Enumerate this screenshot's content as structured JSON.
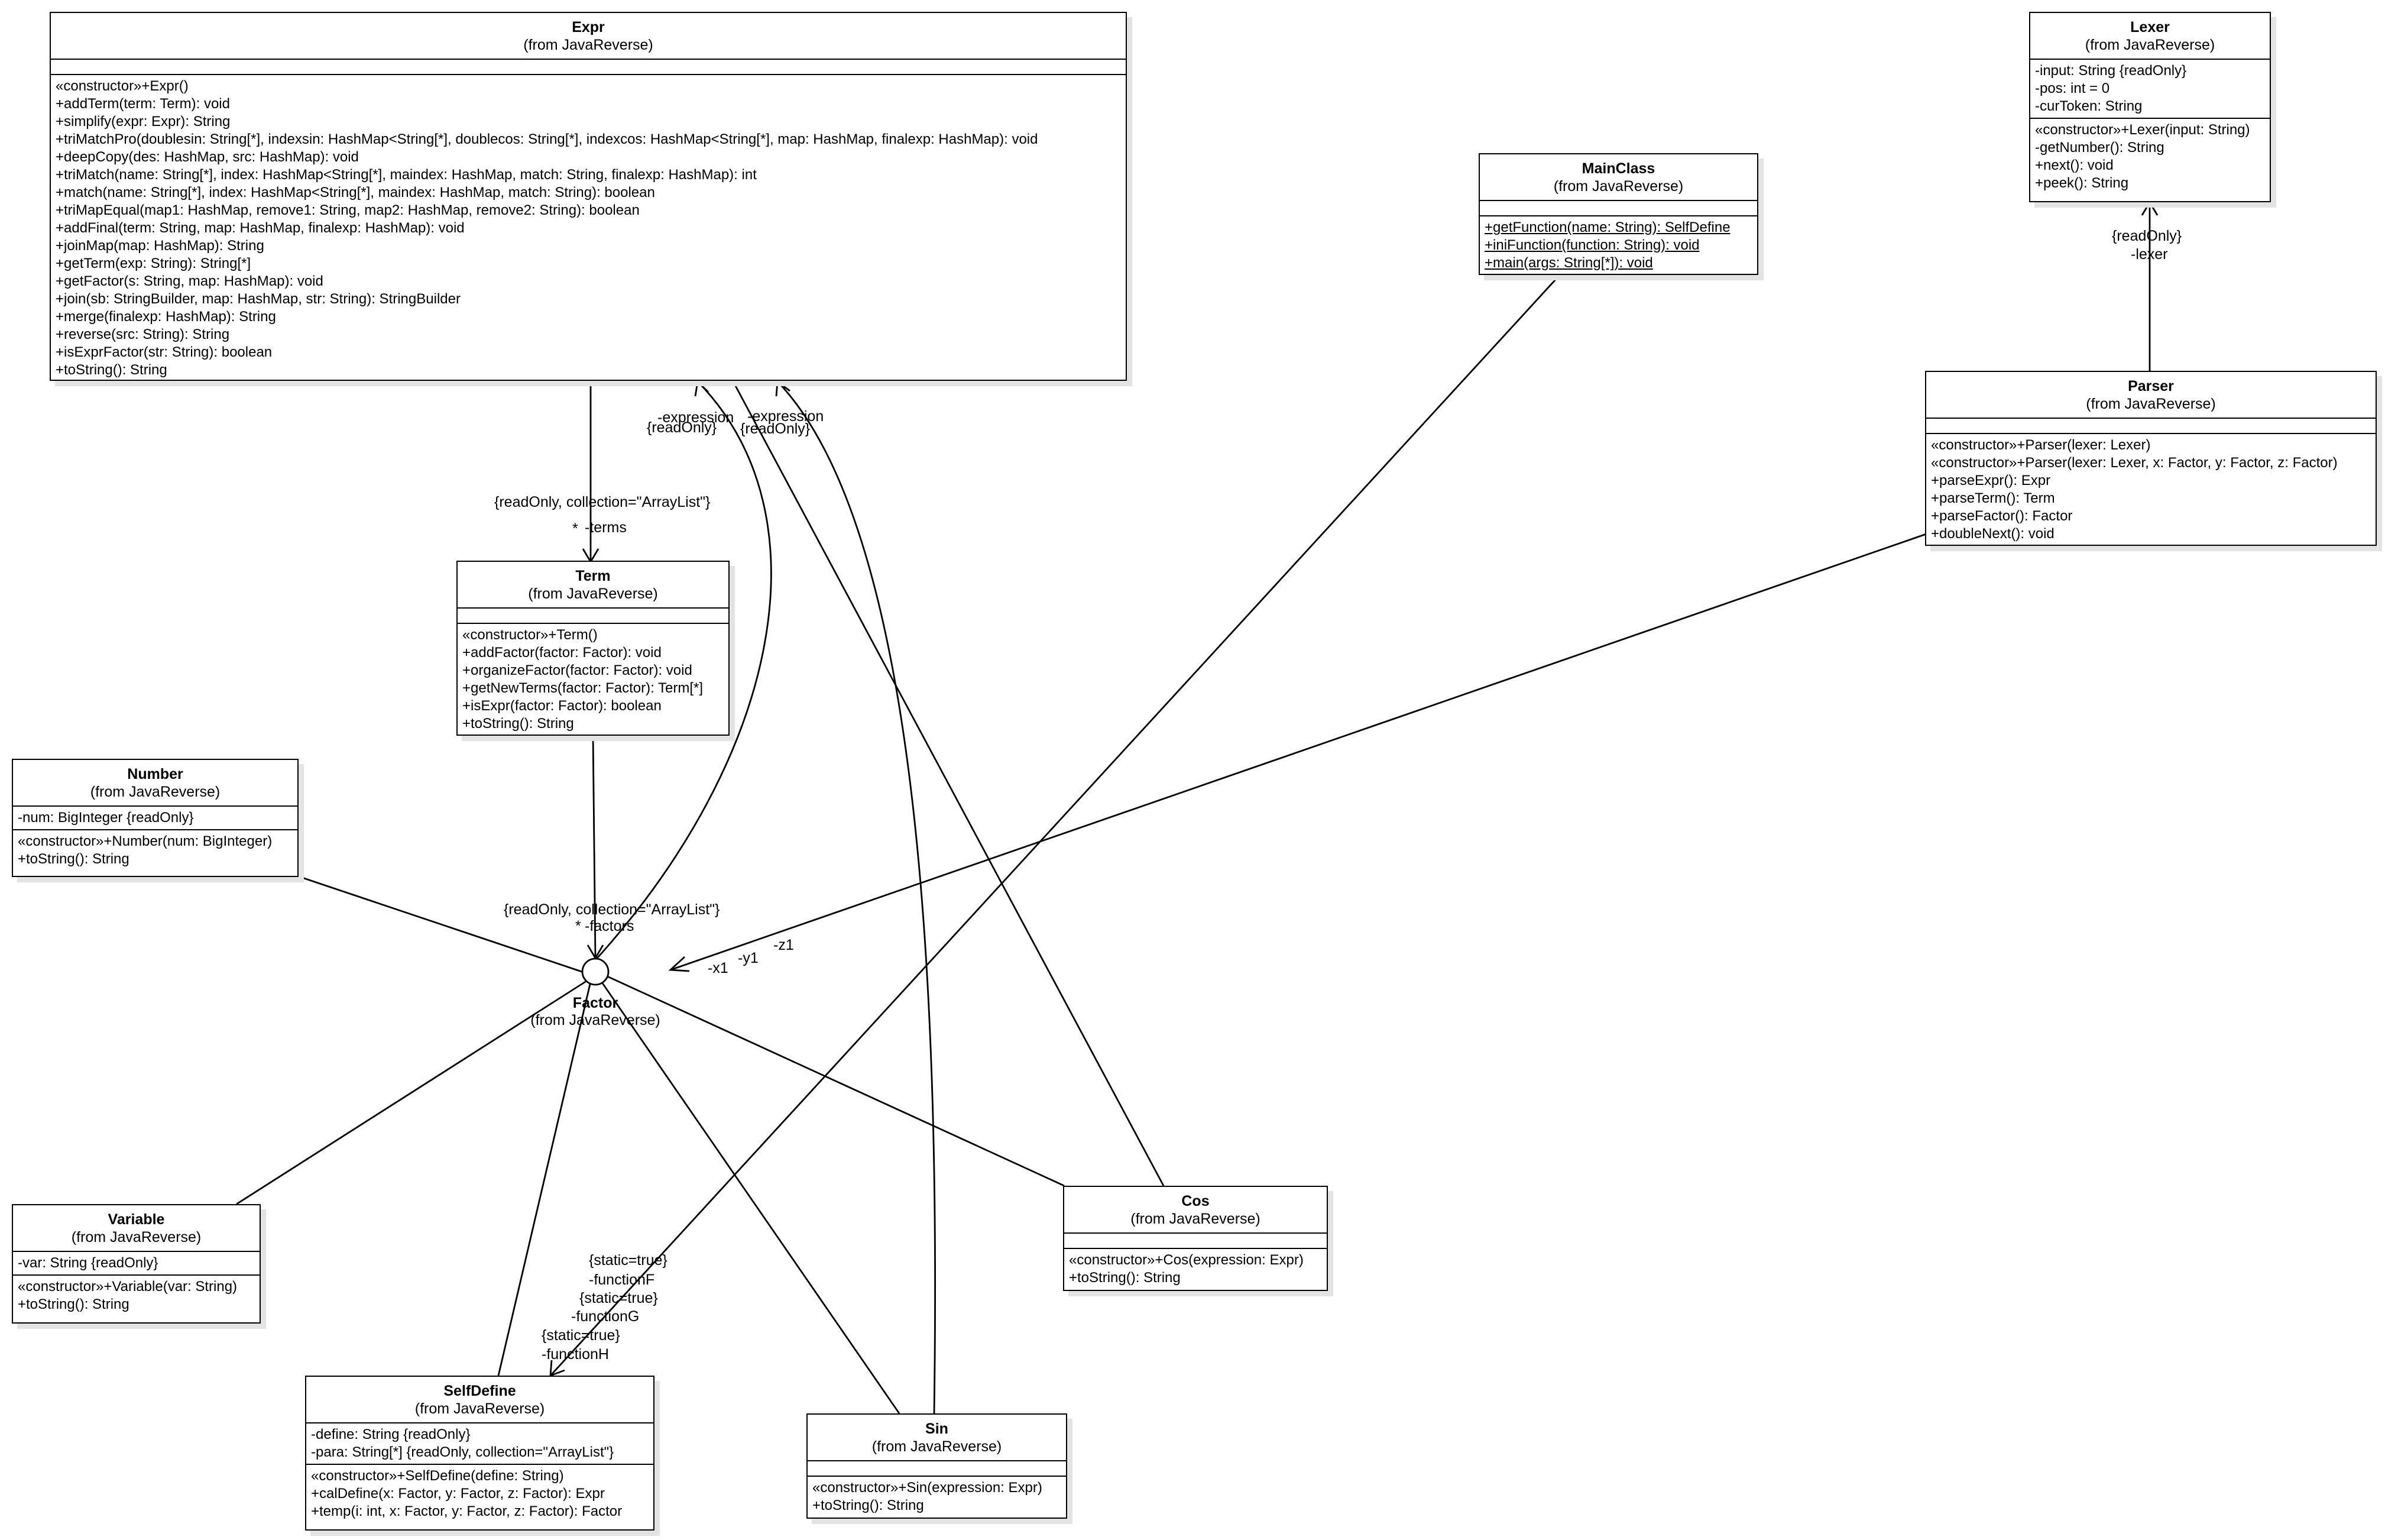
{
  "classes": {
    "expr": {
      "name": "Expr",
      "package": "(from JavaReverse)",
      "attributes": [],
      "operations": [
        "«constructor»+Expr()",
        "+addTerm(term: Term): void",
        "+simplify(expr: Expr): String",
        "+triMatchPro(doublesin: String[*], indexsin: HashMap<String[*], doublecos: String[*], indexcos: HashMap<String[*], map: HashMap, finalexp: HashMap): void",
        "+deepCopy(des: HashMap, src: HashMap): void",
        "+triMatch(name: String[*], index: HashMap<String[*], maindex: HashMap, match: String, finalexp: HashMap): int",
        "+match(name: String[*], index: HashMap<String[*], maindex: HashMap, match: String): boolean",
        "+triMapEqual(map1: HashMap, remove1: String, map2: HashMap, remove2: String): boolean",
        "+addFinal(term: String, map: HashMap, finalexp: HashMap): void",
        "+joinMap(map: HashMap): String",
        "+getTerm(exp: String): String[*]",
        "+getFactor(s: String, map: HashMap): void",
        "+join(sb: StringBuilder, map: HashMap, str: String): StringBuilder",
        "+merge(finalexp: HashMap): String",
        "+reverse(src: String): String",
        "+isExprFactor(str: String): boolean",
        "+toString(): String"
      ]
    },
    "lexer": {
      "name": "Lexer",
      "package": "(from JavaReverse)",
      "attributes": [
        "-input: String {readOnly}",
        "-pos: int = 0",
        "-curToken: String"
      ],
      "operations": [
        "«constructor»+Lexer(input: String)",
        "-getNumber(): String",
        "+next(): void",
        "+peek(): String"
      ]
    },
    "mainclass": {
      "name": "MainClass",
      "package": "(from JavaReverse)",
      "attributes": [],
      "operations": [
        "+getFunction(name: String): SelfDefine",
        "+iniFunction(function: String): void",
        "+main(args: String[*]): void"
      ]
    },
    "parser": {
      "name": "Parser",
      "package": "(from JavaReverse)",
      "attributes": [],
      "operations": [
        "«constructor»+Parser(lexer: Lexer)",
        "«constructor»+Parser(lexer: Lexer, x: Factor, y: Factor, z: Factor)",
        "+parseExpr(): Expr",
        "+parseTerm(): Term",
        "+parseFactor(): Factor",
        "+doubleNext(): void"
      ]
    },
    "term": {
      "name": "Term",
      "package": "(from JavaReverse)",
      "attributes": [],
      "operations": [
        "«constructor»+Term()",
        "+addFactor(factor: Factor): void",
        "+organizeFactor(factor: Factor): void",
        "+getNewTerms(factor: Factor): Term[*]",
        "+isExpr(factor: Factor): boolean",
        "+toString(): String"
      ]
    },
    "number": {
      "name": "Number",
      "package": "(from JavaReverse)",
      "attributes": [
        "-num: BigInteger {readOnly}"
      ],
      "operations": [
        "«constructor»+Number(num: BigInteger)",
        "+toString(): String"
      ]
    },
    "variable": {
      "name": "Variable",
      "package": "(from JavaReverse)",
      "attributes": [
        "-var: String {readOnly}"
      ],
      "operations": [
        "«constructor»+Variable(var: String)",
        "+toString(): String"
      ]
    },
    "cos": {
      "name": "Cos",
      "package": "(from JavaReverse)",
      "attributes": [],
      "operations": [
        "«constructor»+Cos(expression: Expr)",
        "+toString(): String"
      ]
    },
    "selfdefine": {
      "name": "SelfDefine",
      "package": "(from JavaReverse)",
      "attributes": [
        "-define: String {readOnly}",
        "-para: String[*] {readOnly, collection=\"ArrayList\"}"
      ],
      "operations": [
        "«constructor»+SelfDefine(define: String)",
        "+calDefine(x: Factor, y: Factor, z: Factor): Expr",
        "+temp(i: int, x: Factor, y: Factor, z: Factor): Factor"
      ]
    },
    "sin": {
      "name": "Sin",
      "package": "(from JavaReverse)",
      "attributes": [],
      "operations": [
        "«constructor»+Sin(expression: Expr)",
        "+toString(): String"
      ]
    }
  },
  "interface_factor": {
    "name": "Factor",
    "package": "(from JavaReverse)"
  },
  "edge_labels": {
    "terms_constraint": "{readOnly, collection=\"ArrayList\"}",
    "terms_mult": "*",
    "terms_role": "-terms",
    "factors_constraint": "{readOnly, collection=\"ArrayList\"}",
    "factors_mult": "*",
    "factors_role": "-factors",
    "cos_expression_role": "-expression",
    "cos_expression_constraint": "{readOnly}",
    "sin_expression_role": "-expression",
    "sin_expression_constraint": "{readOnly}",
    "lexer_constraint": "{readOnly}",
    "lexer_role": "-lexer",
    "x1_role": "-x1",
    "y1_role": "-y1",
    "z1_role": "-z1",
    "functionF_constraint": "{static=true}",
    "functionF_role": "-functionF",
    "functionG_constraint": "{static=true}",
    "functionG_role": "-functionG",
    "functionH_constraint": "{static=true}",
    "functionH_role": "-functionH"
  }
}
